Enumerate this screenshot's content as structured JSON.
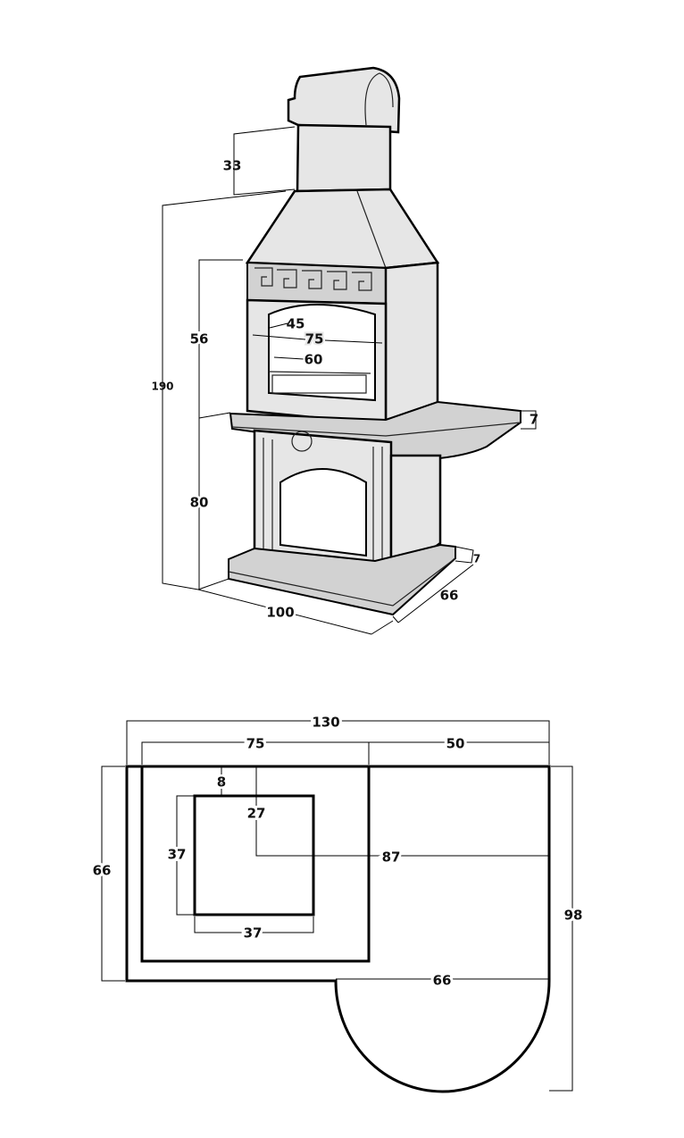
{
  "perspective_view": {
    "chimney_height": "33",
    "total_height": "190",
    "firebox_height": "56",
    "base_height": "80",
    "grill_depth": "45",
    "grill_opening_width": "75",
    "grill_width": "60",
    "countertop_thickness": "7",
    "plinth_thickness": "7",
    "depth": "66",
    "width": "100"
  },
  "plan_view": {
    "total_width": "130",
    "firebox_width": "75",
    "counter_width": "50",
    "grill_offset": "8",
    "grill_center_offset": "27",
    "grill_height": "37",
    "center_to_edge": "87",
    "grill_width": "37",
    "depth": "66",
    "total_depth": "98",
    "semicircle_diameter": "66"
  }
}
